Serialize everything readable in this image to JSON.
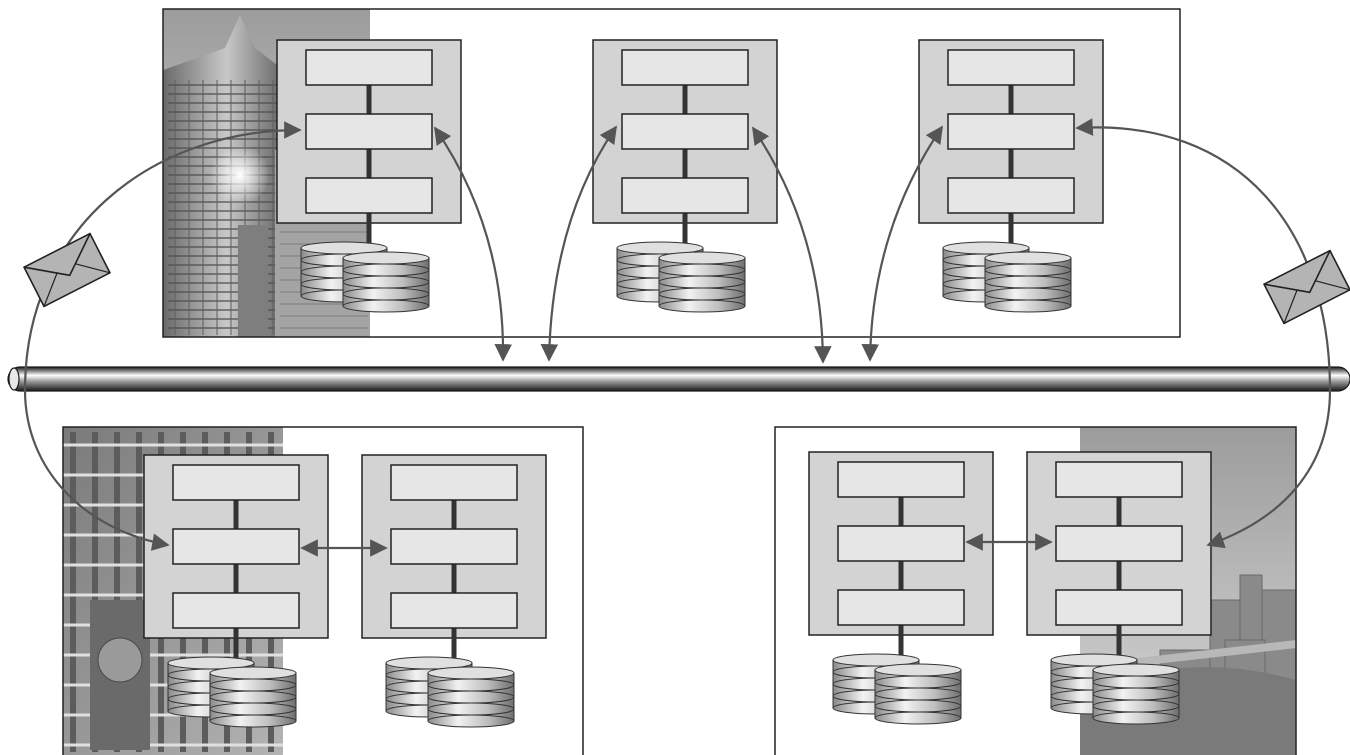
{
  "diagram": {
    "sites": [
      {
        "name": "site-top",
        "photo": "office-tower-photo",
        "node_count": 3
      },
      {
        "name": "site-bottom-left",
        "photo": "industrial-plant-photo",
        "node_count": 2
      },
      {
        "name": "site-bottom-right",
        "photo": "city-skyline-photo",
        "node_count": 2
      }
    ],
    "node": {
      "layer_count": 3,
      "database_stacks": 2,
      "disks_per_stack": 4
    },
    "connector": "network-bus",
    "messages": [
      {
        "name": "message-envelope-left",
        "icon": "envelope-icon"
      },
      {
        "name": "message-envelope-right",
        "icon": "envelope-icon"
      }
    ],
    "colors": {
      "node_fill": "#d3d3d3",
      "layer_fill": "#e6e6e6",
      "outline": "#222222",
      "arrow": "#555555",
      "bus_highlight": "#ffffff",
      "bus_dark": "#1a1a1a",
      "photo_tone": "#8c8c8c"
    }
  }
}
